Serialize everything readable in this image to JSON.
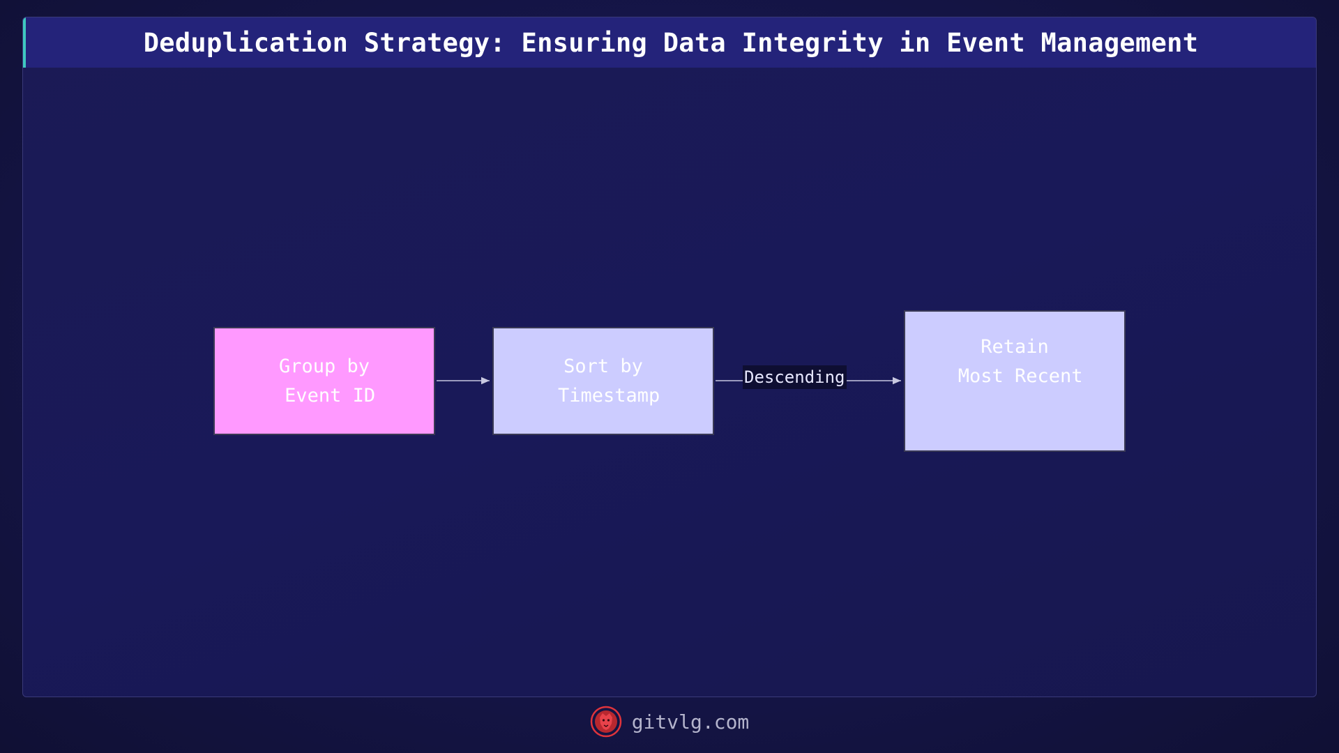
{
  "title": "Deduplication Strategy: Ensuring Data Integrity in Event Management",
  "nodes": [
    {
      "id": "group-by-event-id",
      "lines": [
        "Group by",
        " Event ID"
      ],
      "fill": "#ff99ff"
    },
    {
      "id": "sort-by-timestamp",
      "lines": [
        "Sort by",
        " Timestamp"
      ],
      "fill": "#ccccff"
    },
    {
      "id": "retain-most-recent",
      "lines": [
        "Retain",
        " Most Recent"
      ],
      "fill": "#ccccff"
    }
  ],
  "edges": [
    {
      "from": "group-by-event-id",
      "to": "sort-by-timestamp",
      "label": ""
    },
    {
      "from": "sort-by-timestamp",
      "to": "retain-most-recent",
      "label": "Descending"
    }
  ],
  "footer": {
    "site": "gitvlg.com"
  },
  "colors": {
    "title_bar": "#24237a",
    "accent": "#3fc8c0",
    "edge": "#c8c8e0",
    "logo": "#e0343c"
  }
}
